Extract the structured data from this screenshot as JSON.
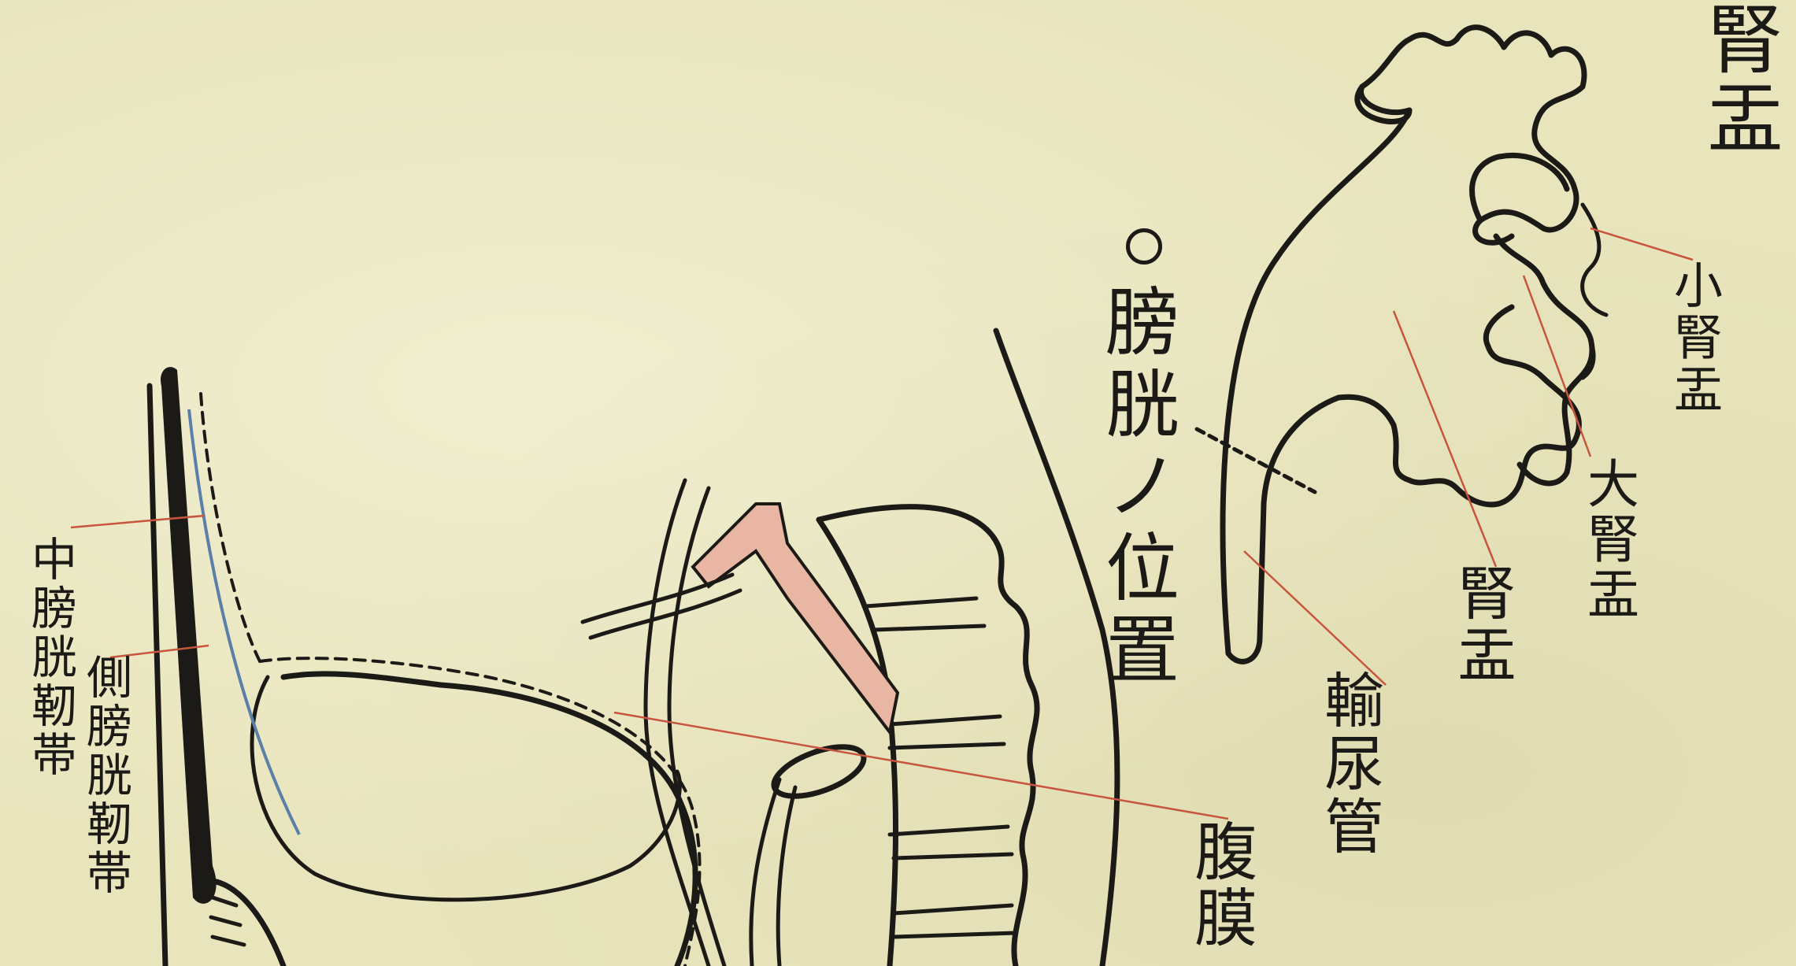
{
  "title": "膀胱ノ位置",
  "labels": {
    "kidney_pelvis": "腎盂",
    "minor_calyx": "小腎盂",
    "major_calyx": "大腎盂",
    "pelvis": "腎盂",
    "ureter": "輸尿管",
    "peritoneum": "腹膜",
    "median_ligament": "中膀胱靭帯",
    "lateral_ligament": "側膀胱靭帯"
  },
  "colors": {
    "paper": "#e8e5bd",
    "ink": "#1b1a17",
    "leader_red": "#c8553d",
    "tint_pink": "#e8b6a3",
    "tint_blue": "#5a7fa8"
  }
}
